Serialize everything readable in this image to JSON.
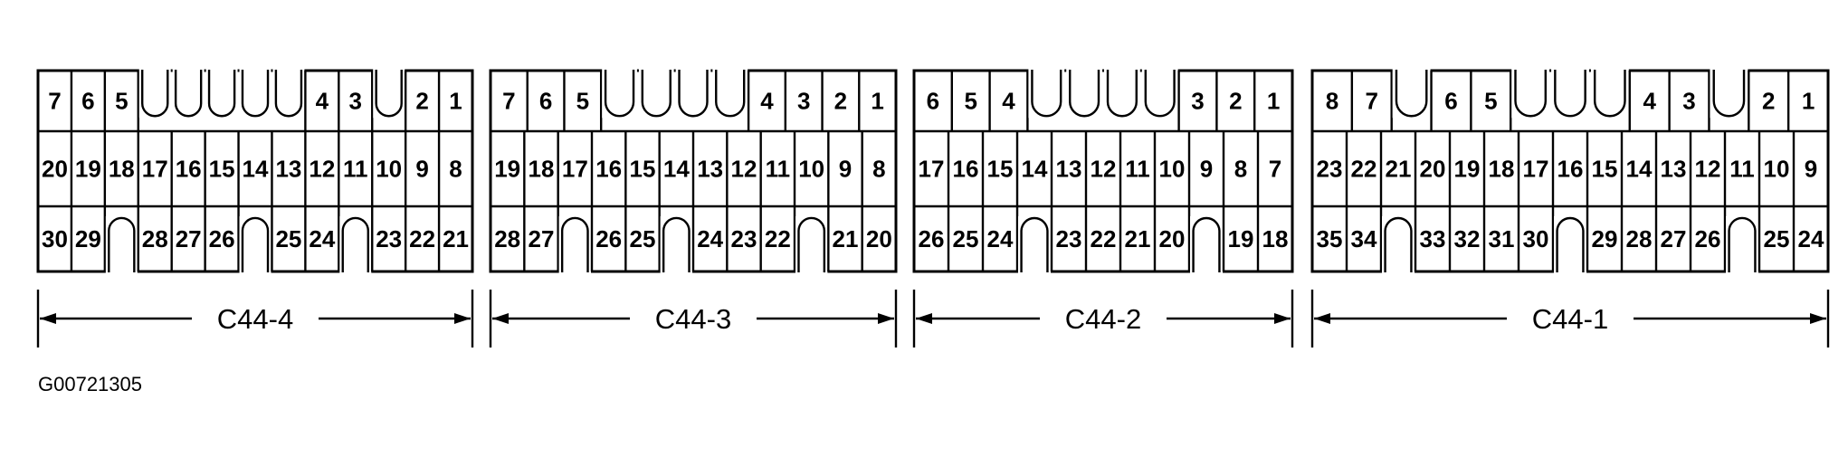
{
  "figure_id": "G00721305",
  "connectors": [
    {
      "label": "C44-4",
      "rows": [
        [
          "7",
          "6",
          "5",
          null,
          null,
          null,
          null,
          null,
          "4",
          "3",
          null,
          "2",
          "1"
        ],
        [
          "20",
          "19",
          "18",
          "17",
          "16",
          "15",
          "14",
          "13",
          "12",
          "11",
          "10",
          "9",
          "8"
        ],
        [
          "30",
          "29",
          null,
          "28",
          "27",
          "26",
          null,
          "25",
          "24",
          null,
          "23",
          "22",
          "21"
        ]
      ]
    },
    {
      "label": "C44-3",
      "rows": [
        [
          "7",
          "6",
          "5",
          null,
          null,
          null,
          null,
          "4",
          "3",
          "2",
          "1"
        ],
        [
          "19",
          "18",
          "17",
          "16",
          "15",
          "14",
          "13",
          "12",
          "11",
          "10",
          "9",
          "8"
        ],
        [
          "28",
          "27",
          null,
          "26",
          "25",
          null,
          "24",
          "23",
          "22",
          null,
          "21",
          "20"
        ]
      ]
    },
    {
      "label": "C44-2",
      "rows": [
        [
          "6",
          "5",
          "4",
          null,
          null,
          null,
          null,
          "3",
          "2",
          "1"
        ],
        [
          "17",
          "16",
          "15",
          "14",
          "13",
          "12",
          "11",
          "10",
          "9",
          "8",
          "7"
        ],
        [
          "26",
          "25",
          "24",
          null,
          "23",
          "22",
          "21",
          "20",
          null,
          "19",
          "18"
        ]
      ]
    },
    {
      "label": "C44-1",
      "rows": [
        [
          "8",
          "7",
          null,
          "6",
          "5",
          null,
          null,
          null,
          "4",
          "3",
          null,
          "2",
          "1"
        ],
        [
          "23",
          "22",
          "21",
          "20",
          "19",
          "18",
          "17",
          "16",
          "15",
          "14",
          "13",
          "12",
          "11",
          "10",
          "9"
        ],
        [
          "35",
          "34",
          null,
          "33",
          "32",
          "31",
          "30",
          null,
          "29",
          "28",
          "27",
          "26",
          null,
          "25",
          "24"
        ]
      ]
    }
  ]
}
